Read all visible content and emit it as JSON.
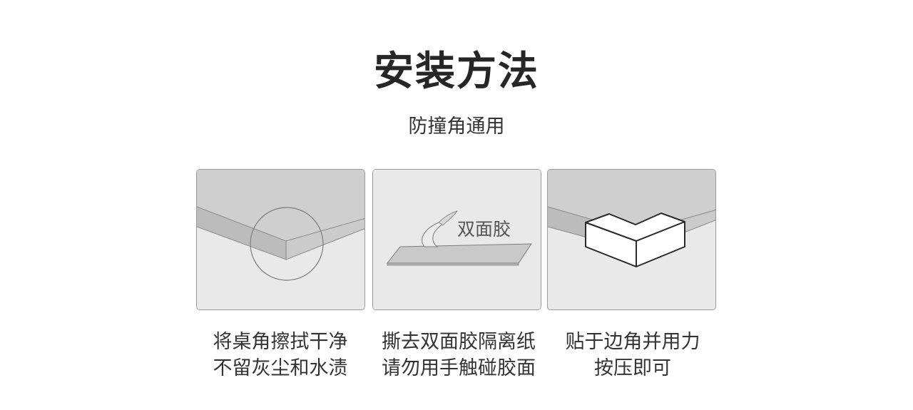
{
  "header": {
    "title": "安装方法",
    "subtitle": "防撞角通用"
  },
  "steps": [
    {
      "lines": [
        "将桌角擦拭干净",
        "不留灰尘和水渍"
      ]
    },
    {
      "label": "双面胶",
      "lines": [
        "撕去双面胶隔离纸",
        "请勿用手触碰胶面"
      ]
    },
    {
      "lines": [
        "贴于边角并用力",
        "按压即可"
      ]
    }
  ],
  "colors": {
    "panel_bg": "#e9e9e9",
    "table_top": "#cfcfcf",
    "table_edge": "#bdbdbd",
    "outline": "#8a8a8a"
  }
}
